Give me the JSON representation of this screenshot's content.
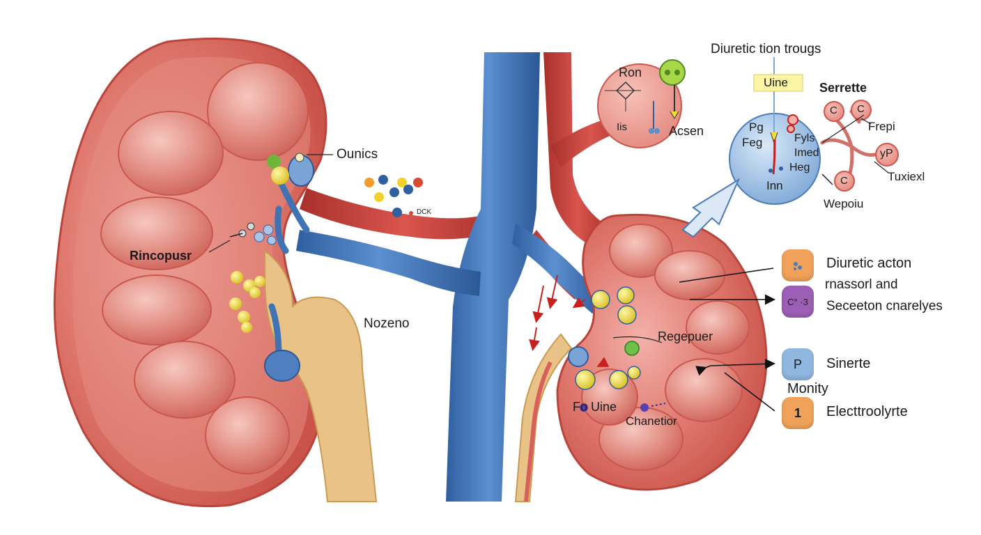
{
  "labels": {
    "title": "Diuretic tion trougs",
    "uine_box": "Uine",
    "ounics": "Ounics",
    "rincopusr": "Rincopusr",
    "nozeno": "Nozeno",
    "mol_tag": "DCK",
    "ron": "Ron",
    "iis": "Iis",
    "acsen": "Acsen",
    "serrette": "Serrette",
    "frepi": "Frepi",
    "tuxiexl": "Tuxiexl",
    "wepoiu": "Wepoiu",
    "pg": "Pg",
    "feg": "Feg",
    "fyls": "Fyls",
    "imed": "Imed",
    "heg": "Heg",
    "inn": "Inn",
    "regepuer": "Regepuer",
    "fo_uine": "Fo Uine",
    "chanetior": "Chanetior",
    "c_top": "C",
    "c_top2": "C",
    "c_bottom": "C",
    "yp": "yP"
  },
  "legend": [
    {
      "id": "diuretic",
      "text": "Diuretic acton",
      "badge": "",
      "color": "#f0a25a"
    },
    {
      "id": "massorl",
      "text": "rnassorl and",
      "badge": "",
      "color": "#ffffff"
    },
    {
      "id": "secretion",
      "text": "Seceeton cnarelyes",
      "badge": "C° ·3",
      "color": "#9c5fb5"
    },
    {
      "id": "sinerte",
      "text": "Sinerte",
      "badge": "P",
      "color": "#8fb7e0"
    },
    {
      "id": "monity",
      "text": "Monity",
      "badge": "",
      "color": "#ffffff"
    },
    {
      "id": "electro",
      "text": "Electtroolyrte",
      "badge": "1",
      "color": "#f0a25a"
    }
  ],
  "colors": {
    "kidney": "#d9605a",
    "kidney_light": "#f0a6a0",
    "vein": "#3f73b4",
    "artery": "#c8403a",
    "ureter": "#e7bf7f",
    "accent_yellow": "#f2dd35",
    "accent_blue": "#5d8fcb"
  }
}
